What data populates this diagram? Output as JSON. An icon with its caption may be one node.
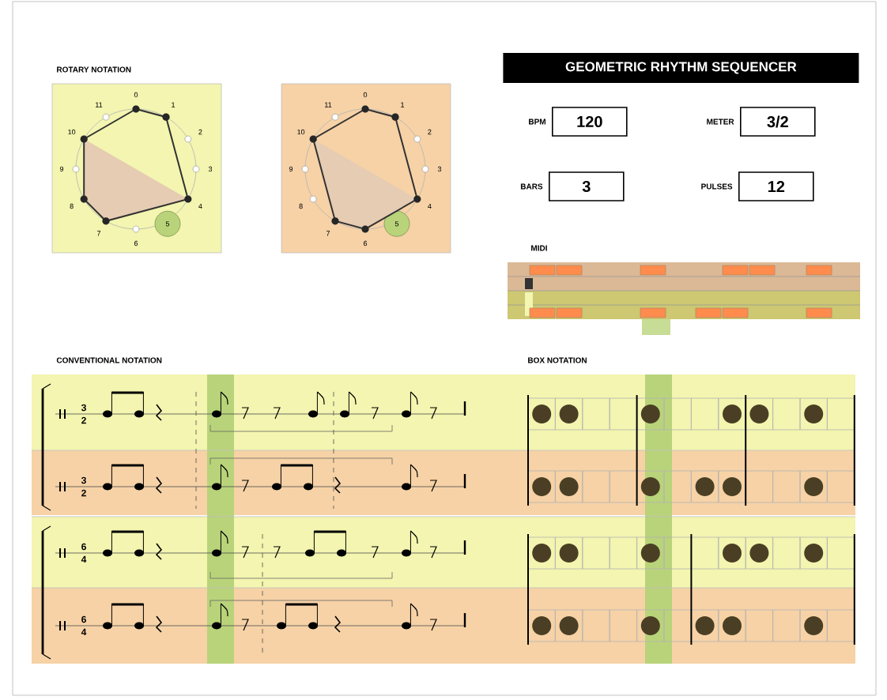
{
  "diagram": {
    "title": "GEOMETRIC RHYTHM SEQUENCER",
    "nodes": [
      {
        "text": [
          "120"
        ],
        "beside": [
          "BPM"
        ]
      },
      {
        "text": [
          "3/2"
        ],
        "beside": [
          "METER"
        ]
      },
      {
        "text": [
          "3"
        ],
        "beside": [
          "BARS"
        ]
      },
      {
        "text": [
          "12"
        ],
        "beside": [
          "PULSES"
        ]
      }
    ],
    "labels": [
      "ROTARY NOTATION",
      "0",
      "1",
      "2",
      "3",
      "4",
      "5",
      "6",
      "7",
      "8",
      "9",
      "10",
      "11",
      "0",
      "1",
      "2",
      "3",
      "4",
      "5",
      "6",
      "7",
      "8",
      "9",
      "10",
      "11",
      "MIDI",
      "CONVENTIONAL NOTATION",
      "BOX NOTATION",
      "3",
      "2",
      "3",
      "2",
      "6",
      "4",
      "6",
      "4"
    ]
  }
}
